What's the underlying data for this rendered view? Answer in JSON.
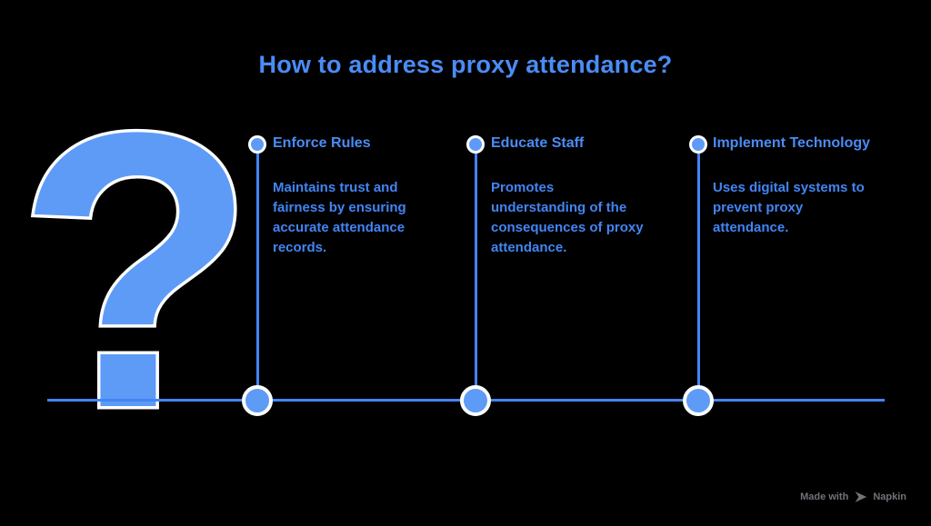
{
  "title": "How to address proxy attendance?",
  "question_mark": "?",
  "colors": {
    "background": "#000000",
    "title_text": "#4A8CF5",
    "body_text": "#4285F4",
    "shape_fill": "#5E9BF7",
    "line": "#4285F4",
    "shape_outline": "#FFFFFF",
    "watermark_text": "#71727A"
  },
  "steps": [
    {
      "heading": "Enforce Rules",
      "description": "Maintains trust and fairness by ensuring accurate attendance records."
    },
    {
      "heading": "Educate Staff",
      "description": "Promotes understanding of the consequences of proxy attendance."
    },
    {
      "heading": "Implement Technology",
      "description": "Uses digital systems to prevent proxy attendance."
    }
  ],
  "watermark": {
    "prefix": "Made with",
    "brand": "Napkin"
  }
}
